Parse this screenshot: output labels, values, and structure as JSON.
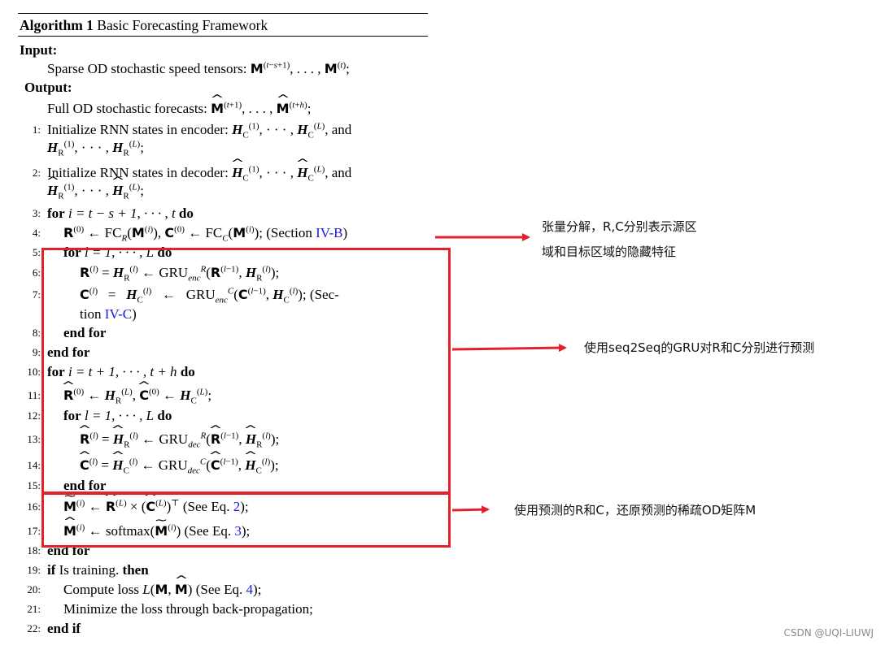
{
  "algorithm": {
    "title_label": "Algorithm 1",
    "title_text": "Basic Forecasting Framework",
    "input_heading": "Input:",
    "input_text": "Sparse OD stochastic speed tensors:",
    "output_heading": "Output:",
    "output_text": "Full OD stochastic forecasts:",
    "lines": [
      {
        "no": "1:",
        "text": "Initialize RNN states in encoder:"
      },
      {
        "no": "2:",
        "text": "Initialize RNN states in decoder:"
      },
      {
        "no": "3:",
        "kw": "for",
        "text": "i = t − s + 1, · · · , t",
        "kw2": "do"
      },
      {
        "no": "4:",
        "text": "(Section",
        "link": "IV-B",
        "close": ")"
      },
      {
        "no": "5:",
        "kw": "for",
        "text": "l = 1, · · · , L",
        "kw2": "do"
      },
      {
        "no": "6:",
        "text": ""
      },
      {
        "no": "7:",
        "text": "(Sec-",
        "cont": "tion",
        "link": "IV-C",
        "close": ")"
      },
      {
        "no": "8:",
        "kw": "end for"
      },
      {
        "no": "9:",
        "kw": "end for"
      },
      {
        "no": "10:",
        "kw": "for",
        "text": "i = t + 1, · · · , t + h",
        "kw2": "do"
      },
      {
        "no": "11:",
        "text": ""
      },
      {
        "no": "12:",
        "kw": "for",
        "text": "l = 1, · · · , L",
        "kw2": "do"
      },
      {
        "no": "13:",
        "text": ""
      },
      {
        "no": "14:",
        "text": ""
      },
      {
        "no": "15:",
        "kw": "end for"
      },
      {
        "no": "16:",
        "text": "(See Eq.",
        "link": "2",
        "close": ");"
      },
      {
        "no": "17:",
        "text": "(See Eq.",
        "link": "3",
        "close": ");"
      },
      {
        "no": "18:",
        "kw": "end for"
      },
      {
        "no": "19:",
        "kw": "if",
        "text": "Is training.",
        "kw2": "then"
      },
      {
        "no": "20:",
        "text": "Compute loss",
        "text2": "(See Eq.",
        "link": "4",
        "close": ");"
      },
      {
        "no": "21:",
        "text": "Minimize the loss through back-propagation;"
      },
      {
        "no": "22:",
        "kw": "end if"
      }
    ]
  },
  "annotations": {
    "note1_line1": "张量分解，R,C分别表示源区",
    "note1_line2": "域和目标区域的隐藏特征",
    "note2": "使用seq2Seq的GRU对R和C分别进行预测",
    "note3": "使用预测的R和C，还原预测的稀疏OD矩阵M",
    "highlight_color": "#e3202c"
  },
  "watermark": "CSDN @UQI-LIUWJ"
}
